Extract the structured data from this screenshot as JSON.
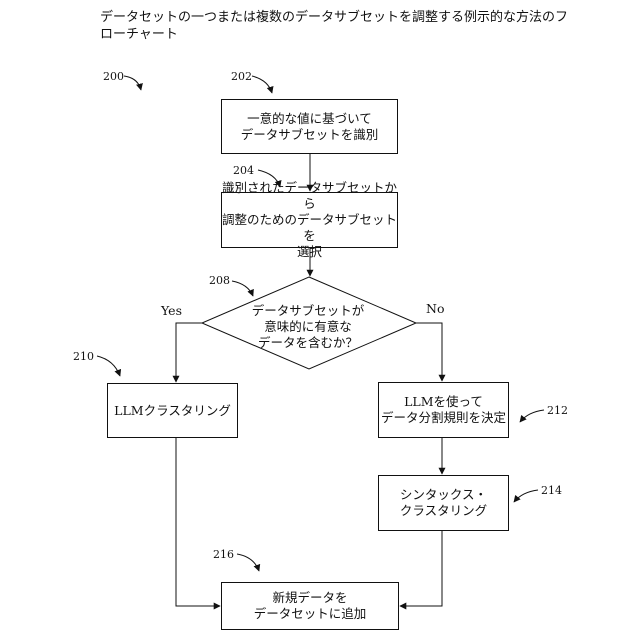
{
  "title": "データセットの一つまたは複数のデータサブセットを調整する例示的な方法のフローチャート",
  "refs": {
    "method": "200",
    "step1": "202",
    "step2": "204",
    "decision": "208",
    "llm_clustering": "210",
    "llm_rules": "212",
    "syntax_clustering": "214",
    "add_data": "216"
  },
  "steps": {
    "identify_line1": "一意的な値に基づいて",
    "identify_line2": "データサブセットを識別",
    "select_line1": "識別されたデータサブセットから",
    "select_line2": "調整のためのデータサブセットを",
    "select_line3": "選択",
    "decision_line1": "データサブセットが",
    "decision_line2": "意味的に有意な",
    "decision_line3": "データを含むか？",
    "yes_label": "Yes",
    "no_label": "No",
    "llm_clustering": "LLMクラスタリング",
    "llm_rules_line1": "LLMを使って",
    "llm_rules_line2": "データ分割規則を決定",
    "syntax_line1": "シンタックス・",
    "syntax_line2": "クラスタリング",
    "add_line1": "新規データを",
    "add_line2": "データセットに追加"
  }
}
